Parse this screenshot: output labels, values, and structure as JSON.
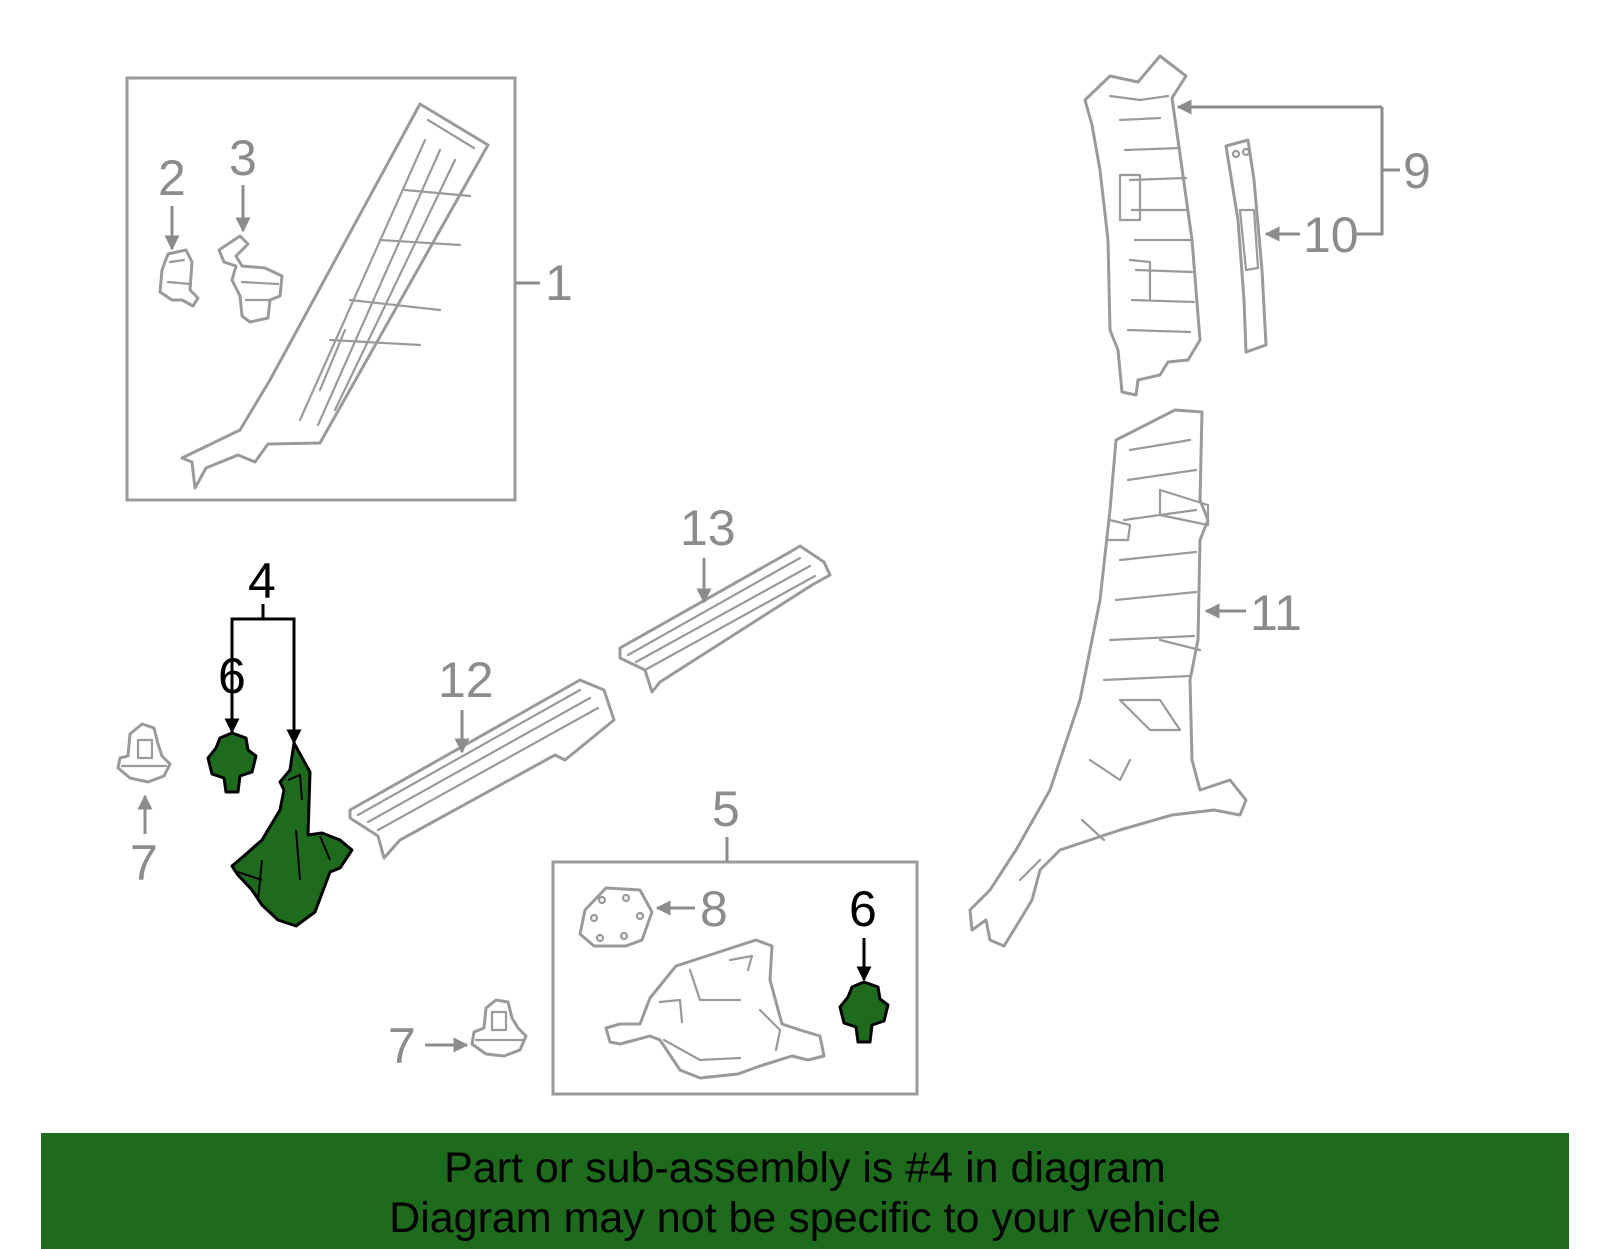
{
  "diagram": {
    "highlight_color": "#1e6b1e",
    "labels": {
      "p1": "1",
      "p2": "2",
      "p3": "3",
      "p4": "4",
      "p5": "5",
      "p6a": "6",
      "p6b": "6",
      "p7a": "7",
      "p7b": "7",
      "p8": "8",
      "p9": "9",
      "p10": "10",
      "p11": "11",
      "p12": "12",
      "p13": "13"
    },
    "highlighted_part": "4"
  },
  "banner": {
    "line1": "Part or sub-assembly is #4 in diagram",
    "line2": "Diagram may not be specific to your vehicle",
    "background": "#1e6b1e"
  }
}
